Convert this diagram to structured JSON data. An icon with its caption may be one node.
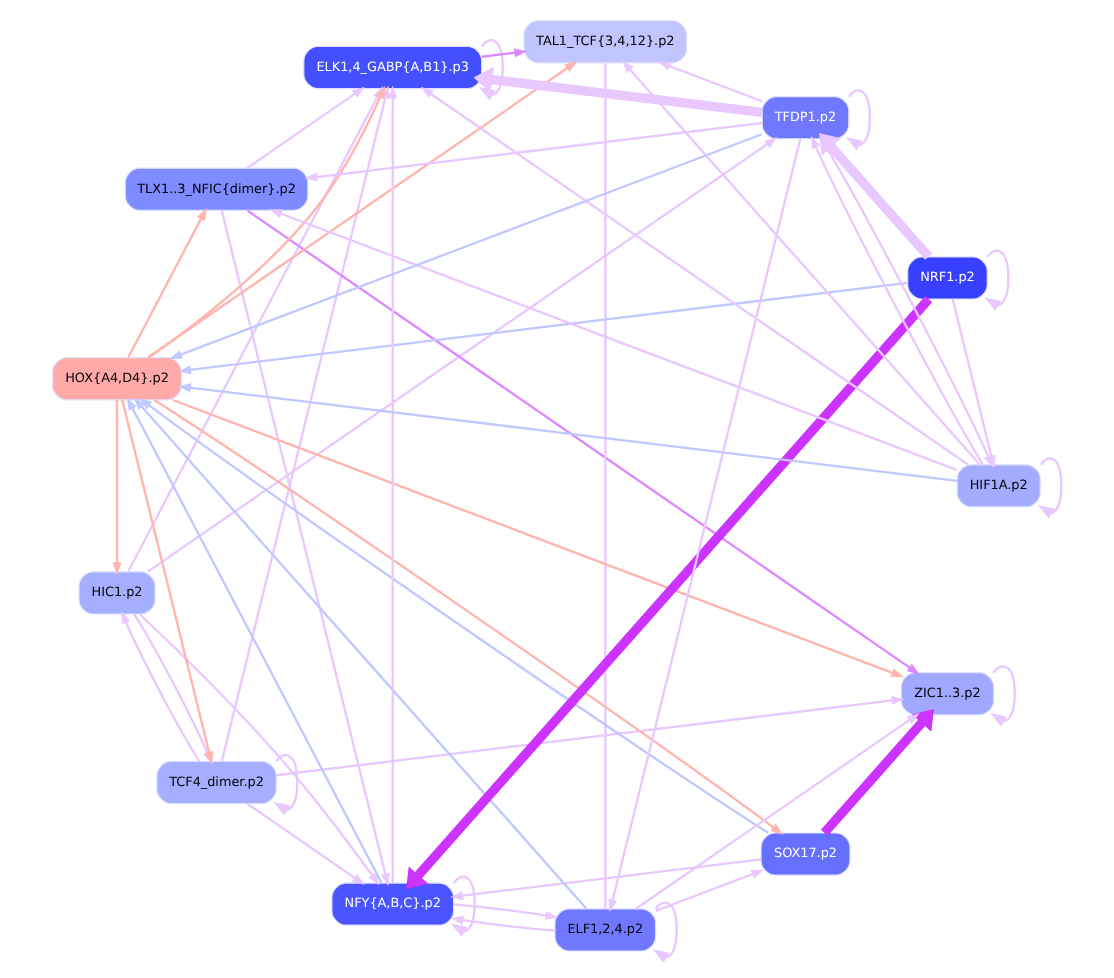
{
  "diagram": {
    "nodes": [
      {
        "text": [
          "TCF4_dimer.p2"
        ]
      },
      {
        "text": [
          "HIC1.p2"
        ]
      },
      {
        "text": [
          "TLX1..3_NFIC{dimer}.p2"
        ]
      },
      {
        "text": [
          "ELK1,4_GABP{A,B1}.p3"
        ]
      },
      {
        "text": [
          "ZIC1..3.p2"
        ]
      },
      {
        "text": [
          "TAL1_TCF{3,4,12}.p2"
        ]
      },
      {
        "text": [
          "HOX{A4,D4}.p2"
        ]
      },
      {
        "text": [
          "SOX17.p2"
        ]
      },
      {
        "text": [
          "ELF1,2,4.p2"
        ]
      },
      {
        "text": [
          "NRF1.p2"
        ]
      },
      {
        "text": [
          "NFY{A,B,C}.p2"
        ]
      },
      {
        "text": [
          "HIF1A.p2"
        ]
      },
      {
        "text": [
          "TFDP1.p2"
        ]
      }
    ],
    "edges": [
      {
        "from": 7,
        "to": 4,
        "arrow": "to",
        "style": "thick",
        "color": "#cc33ff"
      },
      {
        "from": 9,
        "to": 10,
        "arrow": "to",
        "style": "thick",
        "color": "#cc33ff"
      },
      {
        "from": 2,
        "to": 4,
        "arrow": "to",
        "color": "#dd88ff"
      },
      {
        "from": 3,
        "to": 5,
        "arrow": "to",
        "color": "#dd88ff"
      },
      {
        "from": 6,
        "to": 4,
        "arrow": "to",
        "color": "#ffb4ae"
      },
      {
        "from": 6,
        "to": 2,
        "arrow": "to",
        "color": "#ffb4ae"
      },
      {
        "from": 6,
        "to": 0,
        "arrow": "to",
        "color": "#ffb4ae"
      },
      {
        "from": 6,
        "to": 1,
        "arrow": "to",
        "color": "#ffb4ae"
      },
      {
        "from": 6,
        "to": 3,
        "arrow": "to",
        "color": "#ffb4ae"
      },
      {
        "from": 6,
        "to": 5,
        "arrow": "to",
        "color": "#ffb4ae"
      },
      {
        "from": 6,
        "to": 7,
        "arrow": "to",
        "color": "#ffb4ae"
      },
      {
        "from": 9,
        "to": 6,
        "arrow": "to",
        "color": "#c0c8ff"
      },
      {
        "from": 11,
        "to": 6,
        "arrow": "to",
        "color": "#c0c8ff"
      },
      {
        "from": 12,
        "to": 6,
        "arrow": "to",
        "color": "#c0c8ff"
      },
      {
        "from": 10,
        "to": 6,
        "arrow": "to",
        "color": "#c0c8ff"
      },
      {
        "from": 8,
        "to": 6,
        "arrow": "to",
        "color": "#c0c8ff"
      },
      {
        "from": 7,
        "to": 6,
        "arrow": "to",
        "color": "#c0c8ff"
      },
      {
        "from": 0,
        "to": 1,
        "arrow": "to"
      },
      {
        "from": 1,
        "to": 0,
        "arrow": "to"
      },
      {
        "from": 1,
        "to": 3,
        "arrow": "to"
      },
      {
        "from": 0,
        "to": 3,
        "arrow": "to"
      },
      {
        "from": 2,
        "to": 3,
        "arrow": "to"
      },
      {
        "from": 0,
        "to": 4,
        "arrow": "to"
      },
      {
        "from": 0,
        "to": 10,
        "arrow": "to"
      },
      {
        "from": 1,
        "to": 10,
        "arrow": "to"
      },
      {
        "from": 1,
        "to": 12,
        "arrow": "to"
      },
      {
        "from": 2,
        "to": 10,
        "arrow": "to"
      },
      {
        "from": 8,
        "to": 7,
        "arrow": "to"
      },
      {
        "from": 8,
        "to": 10,
        "arrow": "to"
      },
      {
        "from": 8,
        "to": 4,
        "arrow": "to"
      },
      {
        "from": 12,
        "to": 3,
        "arrow": "to",
        "style": "thick"
      },
      {
        "from": 12,
        "to": 5,
        "arrow": "to"
      },
      {
        "from": 10,
        "to": 3,
        "arrow": "to"
      },
      {
        "from": 11,
        "to": 3,
        "arrow": "to"
      },
      {
        "from": 11,
        "to": 5,
        "arrow": "to"
      },
      {
        "from": 9,
        "to": 11,
        "arrow": "to"
      },
      {
        "from": 9,
        "to": 12,
        "arrow": "to",
        "style": "thick"
      },
      {
        "from": 12,
        "to": 11,
        "arrow": "to"
      },
      {
        "from": 11,
        "to": 12,
        "arrow": "to"
      },
      {
        "from": 10,
        "to": 8,
        "arrow": "to"
      },
      {
        "from": 12,
        "to": 8,
        "arrow": "to"
      },
      {
        "from": 7,
        "to": 10,
        "arrow": "to"
      },
      {
        "from": 11,
        "to": 2,
        "arrow": "to"
      },
      {
        "from": 12,
        "to": 2,
        "arrow": "to"
      },
      {
        "from": 5,
        "to": 8,
        "arrow": "none"
      },
      {
        "from": 0,
        "to": 0,
        "arrow": "to"
      },
      {
        "from": 3,
        "to": 3,
        "arrow": "to"
      },
      {
        "from": 4,
        "to": 4,
        "arrow": "to"
      },
      {
        "from": 8,
        "to": 8,
        "arrow": "to"
      },
      {
        "from": 9,
        "to": 9,
        "arrow": "to"
      },
      {
        "from": 10,
        "to": 10,
        "arrow": "to"
      },
      {
        "from": 11,
        "to": 11,
        "arrow": "to"
      },
      {
        "from": 12,
        "to": 12,
        "arrow": "to"
      }
    ]
  }
}
